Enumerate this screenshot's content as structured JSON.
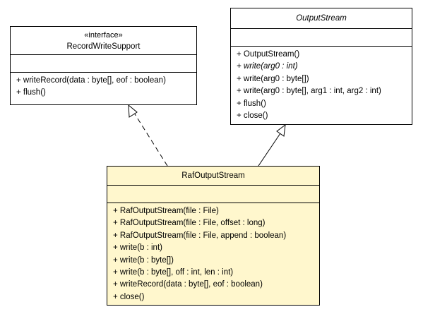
{
  "classes": {
    "record_write_support": {
      "stereotype": "«interface»",
      "name": "RecordWriteSupport",
      "operations": [
        "+ writeRecord(data : byte[], eof : boolean)",
        "+ flush()"
      ]
    },
    "output_stream": {
      "name": "OutputStream",
      "operations": [
        "+ OutputStream()",
        "+ write(arg0 : int)",
        "+ write(arg0 : byte[])",
        "+ write(arg0 : byte[], arg1 : int, arg2 : int)",
        "+ flush()",
        "+ close()"
      ]
    },
    "raf_output_stream": {
      "name": "RafOutputStream",
      "operations": [
        "+ RafOutputStream(file : File)",
        "+ RafOutputStream(file : File, offset : long)",
        "+ RafOutputStream(file : File, append : boolean)",
        "+ write(b : int)",
        "+ write(b : byte[])",
        "+ write(b : byte[], off : int, len : int)",
        "+ writeRecord(data : byte[], eof : boolean)",
        "+ close()"
      ]
    }
  },
  "relations": [
    {
      "from": "RafOutputStream",
      "to": "RecordWriteSupport",
      "kind": "realization"
    },
    {
      "from": "RafOutputStream",
      "to": "OutputStream",
      "kind": "generalization"
    }
  ],
  "colors": {
    "highlight_fill": "#fff7cd",
    "line": "#000000"
  }
}
